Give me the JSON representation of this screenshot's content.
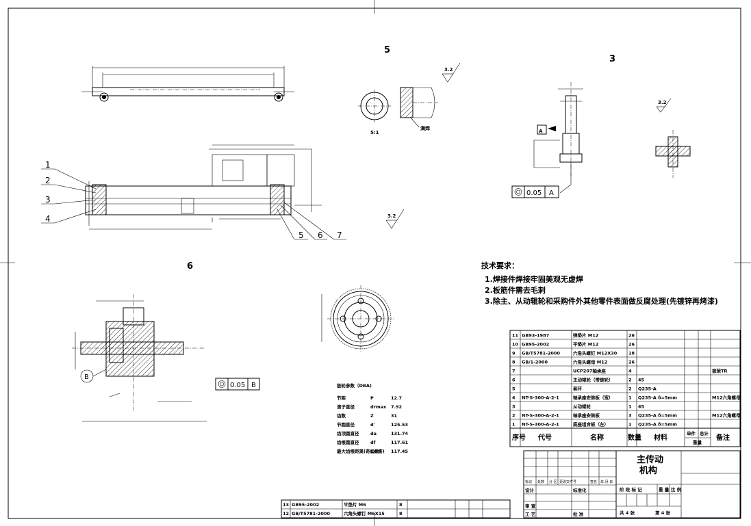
{
  "views": {
    "v5": "5",
    "v3": "3",
    "v6": "6",
    "scale": "5:1",
    "solder": "满焊"
  },
  "roughness": "3.2",
  "callouts": [
    "1",
    "2",
    "3",
    "4",
    "5",
    "6",
    "7"
  ],
  "datum": {
    "a": "A",
    "b": "B",
    "tol": "0.05"
  },
  "tech": {
    "title": "技术要求：",
    "items": [
      "1.焊接件焊接牢固美观无虚焊",
      "2.板筋件需去毛刺",
      "3.除主、从动辊轮和采购件外其他零件表面做反腐处理(先镀锌再烤漆)"
    ]
  },
  "sprocket": {
    "title": "链轮参数（DBA)",
    "rows": [
      {
        "name": "节距",
        "sym": "P",
        "val": "12.7"
      },
      {
        "name": "滚子直径",
        "sym": "drmax",
        "val": "7.92"
      },
      {
        "name": "齿数",
        "sym": "Z",
        "val": "31"
      },
      {
        "name": "节圆直径",
        "sym": "d'",
        "val": "125.53"
      },
      {
        "name": "齿顶圆直径",
        "sym": "da",
        "val": "131.74"
      },
      {
        "name": "齿根圆直径",
        "sym": "df",
        "val": "117.61"
      },
      {
        "name": "最大齿根距离(奇齿数)",
        "sym": "Lx(奇)",
        "val": "117.45"
      }
    ]
  },
  "bom": {
    "rows": [
      {
        "no": "11",
        "code": "GB93-1987",
        "name": "弹垫片 M12",
        "qty": "26",
        "mat": "",
        "note": ""
      },
      {
        "no": "10",
        "code": "GB95-2002",
        "name": "平垫片 M12",
        "qty": "26",
        "mat": "",
        "note": ""
      },
      {
        "no": "9",
        "code": "GB/T5781-2000",
        "name": "六角头螺钉 M12X30",
        "qty": "18",
        "mat": "",
        "note": ""
      },
      {
        "no": "8",
        "code": "GB/1-2000",
        "name": "六角头螺母 M12",
        "qty": "26",
        "mat": "",
        "note": ""
      },
      {
        "no": "7",
        "code": "",
        "name": "UCP207轴承座",
        "qty": "4",
        "mat": "",
        "note": "振荣TR"
      },
      {
        "no": "6",
        "code": "",
        "name": "主动辊轮（带链轮）",
        "qty": "2",
        "mat": "45",
        "note": ""
      },
      {
        "no": "5",
        "code": "",
        "name": "套环",
        "qty": "2",
        "mat": "Q235-A",
        "note": ""
      },
      {
        "no": "4",
        "code": "NT-S-300-A-2-1",
        "name": "轴承座安装板（宽）",
        "qty": "1",
        "mat": "Q235-A δ=5mm",
        "note": "M12六角螺母"
      },
      {
        "no": "3",
        "code": "",
        "name": "从动辊轮",
        "qty": "1",
        "mat": "45",
        "note": ""
      },
      {
        "no": "2",
        "code": "NT-S-300-A-2-1",
        "name": "轴承座安装板",
        "qty": "3",
        "mat": "Q235-A δ=5mm",
        "note": "M12六角螺母"
      },
      {
        "no": "1",
        "code": "NT-S-300-A-2-1",
        "name": "底座组合板（左）",
        "qty": "1",
        "mat": "Q235-A δ=5mm",
        "note": ""
      }
    ],
    "header": {
      "no": "序号",
      "code": "代号",
      "name": "名称",
      "qty": "数量",
      "mat": "材料",
      "unit": "单件",
      "total": "总计",
      "weight": "重量",
      "note": "备注"
    },
    "lower_rows": [
      {
        "no": "13",
        "code": "GB95-2002",
        "name": "平垫片 M6",
        "qty": "8"
      },
      {
        "no": "12",
        "code": "GB/T5781-2000",
        "name": "六角头螺钉 M6X15",
        "qty": "8"
      }
    ]
  },
  "title_block": {
    "title_line1": "主传动",
    "title_line2": "机构",
    "rev_headers": [
      "标记",
      "处数",
      "分 区",
      "更改文件号",
      "签名",
      "年.月.日"
    ],
    "design": "设计",
    "standard": "标准化",
    "review": "审 查",
    "process": "工 艺",
    "approve": "批 准",
    "stage": "阶 段 标 记",
    "weight": "重 量",
    "scale": "比 例",
    "total_sheets": "共 4 张",
    "sheet_no": "第 4 张"
  }
}
